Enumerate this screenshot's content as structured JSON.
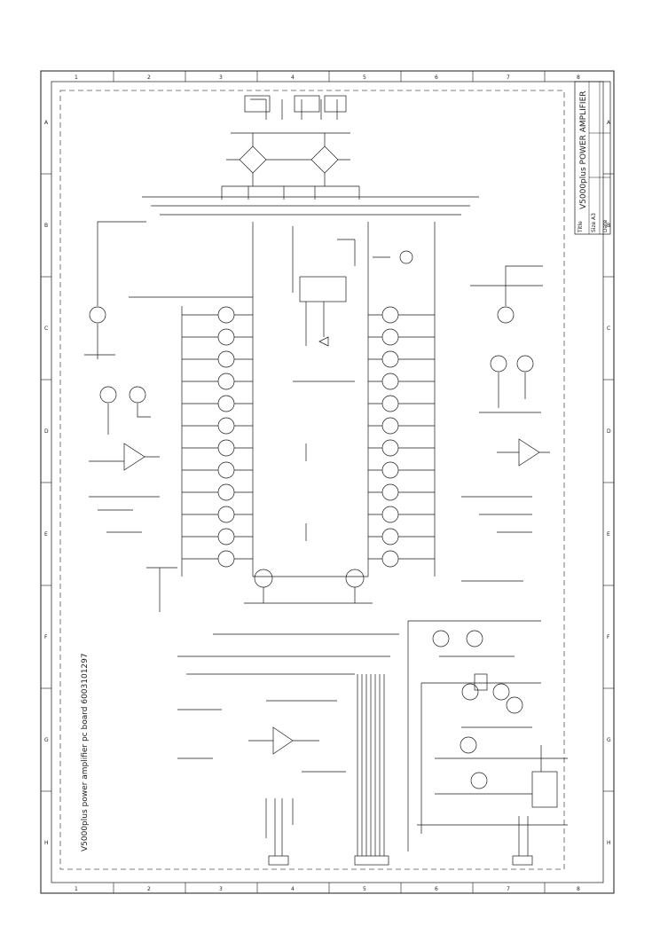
{
  "sheet": {
    "side_caption": "V5000plus power amplifier pc board  6003101297",
    "title_block": {
      "title": "V5000plus  POWER AMPLIFIER",
      "labels": [
        "Title",
        "Size",
        "A3",
        "Date"
      ]
    },
    "border": {
      "columns_top": [
        "1",
        "2",
        "3",
        "4",
        "5",
        "6",
        "7",
        "8"
      ],
      "columns_bottom": [
        "1",
        "2",
        "3",
        "4",
        "5",
        "6",
        "7",
        "8"
      ],
      "rows_left": [
        "A",
        "B",
        "C",
        "D",
        "E",
        "F",
        "G",
        "H"
      ],
      "rows_right": [
        "A",
        "B",
        "C",
        "D",
        "E",
        "F",
        "G",
        "H"
      ]
    }
  },
  "colors": {
    "ink": "#1a1a1a",
    "paper": "#ffffff",
    "dash": "#555555"
  }
}
